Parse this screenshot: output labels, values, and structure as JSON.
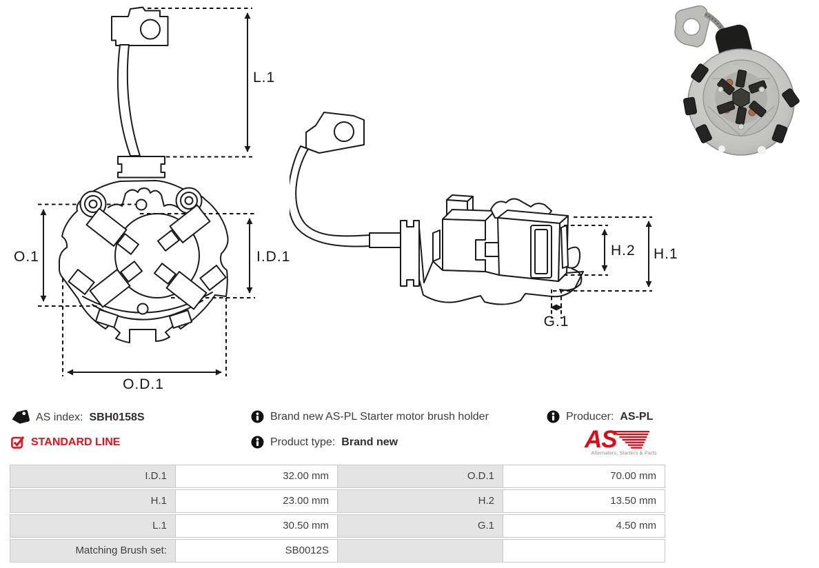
{
  "info": {
    "as_index": {
      "label": "AS index:",
      "value": "SBH0158S"
    },
    "standard_line": "STANDARD LINE",
    "description": "Brand new AS-PL Starter motor brush holder",
    "product_type": {
      "label": "Product type:",
      "value": "Brand new"
    },
    "producer": {
      "label": "Producer:",
      "value": "AS-PL"
    }
  },
  "logo": {
    "text": "AS",
    "tagline": "Alternators, Starters & Parts"
  },
  "drawings": {
    "front_view": {
      "l1": "L.1",
      "o1": "O.1",
      "id1": "I.D.1",
      "od1": "O.D.1"
    },
    "side_view": {
      "h1": "H.1",
      "h2": "H.2",
      "g1": "G.1"
    }
  },
  "specs": {
    "rows": [
      {
        "label": "I.D.1",
        "value": "32.00 mm",
        "label2": "O.D.1",
        "value2": "70.00 mm"
      },
      {
        "label": "H.1",
        "value": "23.00 mm",
        "label2": "H.2",
        "value2": "13.50 mm"
      },
      {
        "label": "L.1",
        "value": "30.50 mm",
        "label2": "G.1",
        "value2": "4.50 mm"
      },
      {
        "label": "Matching Brush set:",
        "value": "SB0012S",
        "label2": "",
        "value2": ""
      }
    ]
  },
  "colors": {
    "accent_red": "#e8101c",
    "logo_red": "#e30613",
    "logo_gray": "#8a8a8a",
    "drawing_line": "#1a1a1a",
    "table_label_bg": "#e4e4e4",
    "table_border": "#c9c9c9",
    "text": "#3c3c3b"
  }
}
